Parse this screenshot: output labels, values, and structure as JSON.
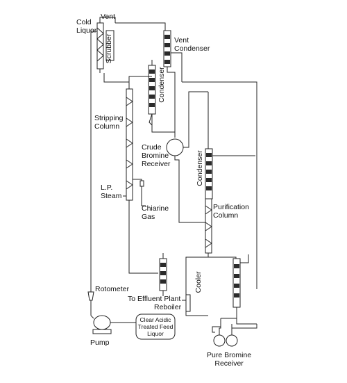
{
  "labels": {
    "cold_liquor": "Cold\nLiquor",
    "vent": "Vent",
    "scrubber": "Scrubber",
    "vent_condenser": "Vent\nCondenser",
    "condenser_top": "Condenser",
    "stripping_column": "Stripping\nColumn",
    "crude_bromine_receiver": "Crude\nBromine\nReceiver",
    "condenser_right": "Condenser",
    "lp_steam": "L.P.\nSteam",
    "chlorine_gas": "Chiarine\nGas",
    "purification_column": "Purification\nColumn",
    "rotometer": "Rotometer",
    "to_effluent_plant": "To Effluent Plant",
    "reboiler": "Reboiler",
    "cooler": "Cooler",
    "feed_tank": "Clear Acidic\nTreated Feed\nLiquor",
    "pump": "Pump",
    "pure_bromine_receiver": "Pure Bromine\nReceiver"
  },
  "colors": {
    "line": "#222222",
    "band": "#2a2a2a",
    "background": "#ffffff"
  }
}
